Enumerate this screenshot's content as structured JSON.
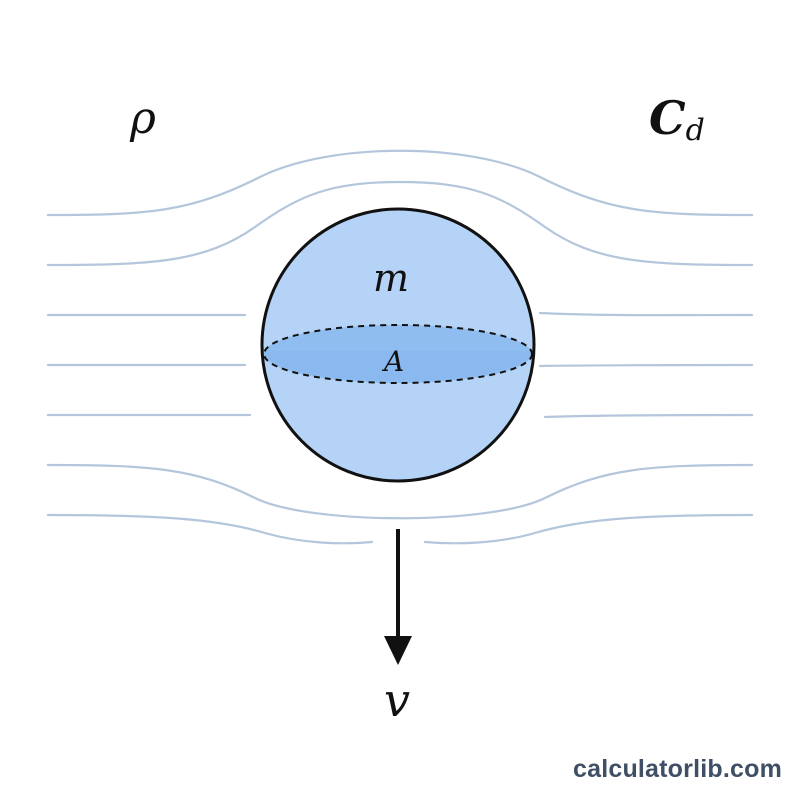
{
  "labels": {
    "density": "ρ",
    "drag_coefficient_main": "C",
    "drag_coefficient_sub": "d",
    "mass": "m",
    "area": "A",
    "velocity": "v"
  },
  "watermark": "calculatorlib.com",
  "colors": {
    "sphere_fill": "#b5d3f6",
    "cross_section_fill": "#8ab8ee",
    "streamline": "#b3c6dc",
    "outline": "#111111",
    "watermark": "#3f4f66"
  }
}
